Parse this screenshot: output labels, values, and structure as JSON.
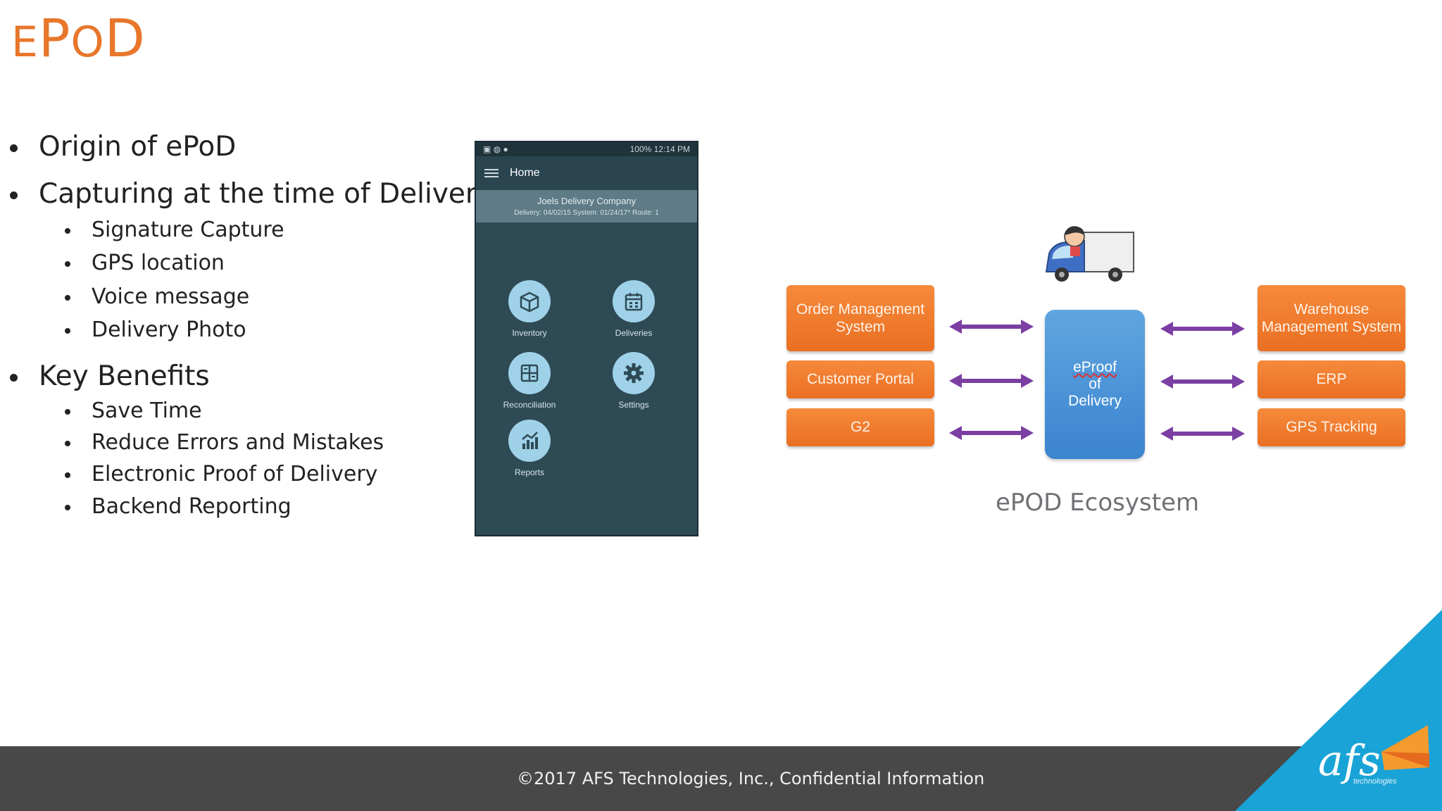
{
  "slide": {
    "title_first": "E",
    "title_mid": "P",
    "title_o": "O",
    "title_last": "D"
  },
  "bullets": {
    "origin": "Origin of ePoD",
    "capturing": "Capturing at the time of Delivery:",
    "capture_items": [
      "Signature Capture",
      "GPS location",
      "Voice message",
      "Delivery Photo"
    ],
    "benefits": "Key Benefits",
    "benefit_items": [
      "Save Time",
      "Reduce Errors and Mistakes",
      "Electronic Proof of Delivery",
      "Backend Reporting"
    ]
  },
  "phone": {
    "status_right": "100%  12:14 PM",
    "appbar_title": "Home",
    "company": "Joels Delivery Company",
    "meta": "Delivery: 04/02/15  System: 01/24/17*  Route: 1",
    "tiles": [
      "Inventory",
      "Deliveries",
      "Reconciliation",
      "Settings",
      "Reports"
    ],
    "tile_icons": [
      "box-icon",
      "calendar-icon",
      "grid-icon",
      "gear-icon",
      "chart-icon"
    ]
  },
  "ecosystem": {
    "left": [
      "Order Management System",
      "Customer Portal",
      "G2"
    ],
    "right": [
      "Warehouse Management System",
      "ERP",
      "GPS Tracking"
    ],
    "center_line1": "eProof",
    "center_line2": "of",
    "center_line3": "Delivery",
    "caption": "ePOD Ecosystem",
    "colors": {
      "box": "#f07b2d",
      "center": "#4a90d9",
      "arrow": "#7b3fa3"
    }
  },
  "footer": {
    "text": "©2017 AFS Technologies, Inc., Confidential Information",
    "logo": "afs",
    "logo_sub": "technologies",
    "accent": "#1aa3d6"
  }
}
